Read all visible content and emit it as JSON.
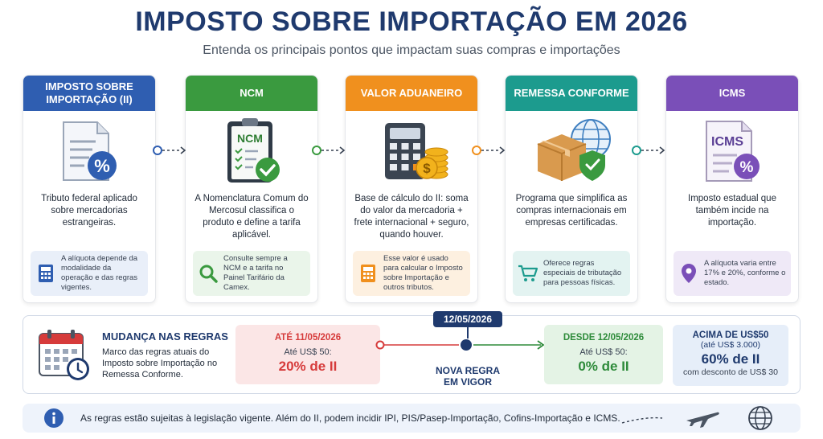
{
  "header": {
    "title": "IMPOSTO SOBRE IMPORTAÇÃO EM 2026",
    "subtitle": "Entenda os principais pontos que impactam suas compras e importações"
  },
  "cards": [
    {
      "title": "IMPOSTO SOBRE IMPORTAÇÃO (II)",
      "color": "#2f5eb1",
      "note_bg": "#e9eff9",
      "description": "Tributo federal aplicado sobre mercadorias estrangeiras.",
      "note": "A alíquota depende da modalidade da operação e das regras vigentes.",
      "illustration_icon": "document-percent-icon",
      "note_icon": "calculator-icon"
    },
    {
      "title": "NCM",
      "color": "#3a9a3f",
      "note_bg": "#eaf5ea",
      "description": "A Nomenclatura Comum do Mercosul classifica o produto e define a tarifa aplicável.",
      "note": "Consulte sempre a NCM e a tarifa no Painel Tarifário da Camex.",
      "illustration_icon": "clipboard-check-icon",
      "illustration_label": "NCM",
      "note_icon": "magnifier-icon"
    },
    {
      "title": "VALOR ADUANEIRO",
      "color": "#f0901e",
      "note_bg": "#fdf0e0",
      "description": "Base de cálculo do II: soma do valor da mercadoria + frete internacional + seguro, quando houver.",
      "note": "Esse valor é usado para calcular o Imposto sobre Importação e outros tributos.",
      "illustration_icon": "calculator-coins-icon",
      "note_icon": "calculator-icon"
    },
    {
      "title": "REMESSA CONFORME",
      "color": "#1c9b8e",
      "note_bg": "#e3f3f1",
      "description": "Programa que simplifica as compras internacionais em empresas certificadas.",
      "note": "Oferece regras especiais de tributação para pessoas físicas.",
      "illustration_icon": "package-globe-shield-icon",
      "note_icon": "shopping-cart-icon"
    },
    {
      "title": "ICMS",
      "color": "#7a4fb8",
      "note_bg": "#efe9f7",
      "description": "Imposto estadual que também incide na importação.",
      "note": "A alíquota varia entre 17% e 20%, conforme o estado.",
      "illustration_icon": "icms-document-icon",
      "illustration_label": "ICMS",
      "note_icon": "location-pin-icon"
    }
  ],
  "change": {
    "title": "MUDANÇA NAS REGRAS",
    "description": "Marco das regras atuais do Imposto sobre Importação no Remessa Conforme.",
    "icon": "calendar-clock-icon",
    "date_badge": "12/05/2026",
    "milestone": "NOVA REGRA EM VIGOR",
    "before": {
      "heading": "ATÉ 11/05/2026",
      "sub": "Até US$ 50:",
      "value": "20% de II"
    },
    "after": {
      "heading": "DESDE 12/05/2026",
      "sub": "Até US$ 50:",
      "value": "0% de II"
    },
    "above": {
      "heading": "ACIMA DE US$50",
      "sub": "(até US$ 3.000)",
      "value": "60% de II",
      "footnote": "com desconto de US$ 30"
    }
  },
  "footer": {
    "text": "As regras estão sujeitas à legislação vigente. Além do II, podem incidir IPI, PIS/Pasep-Importação, Cofins-Importação e ICMS.",
    "info_icon": "info-icon",
    "plane_icon": "airplane-icon",
    "globe_icon": "globe-icon"
  },
  "colors": {
    "title": "#1f3a6e",
    "red": "#d63b3b",
    "green": "#2e8b3a",
    "navy": "#1f3a6e"
  }
}
